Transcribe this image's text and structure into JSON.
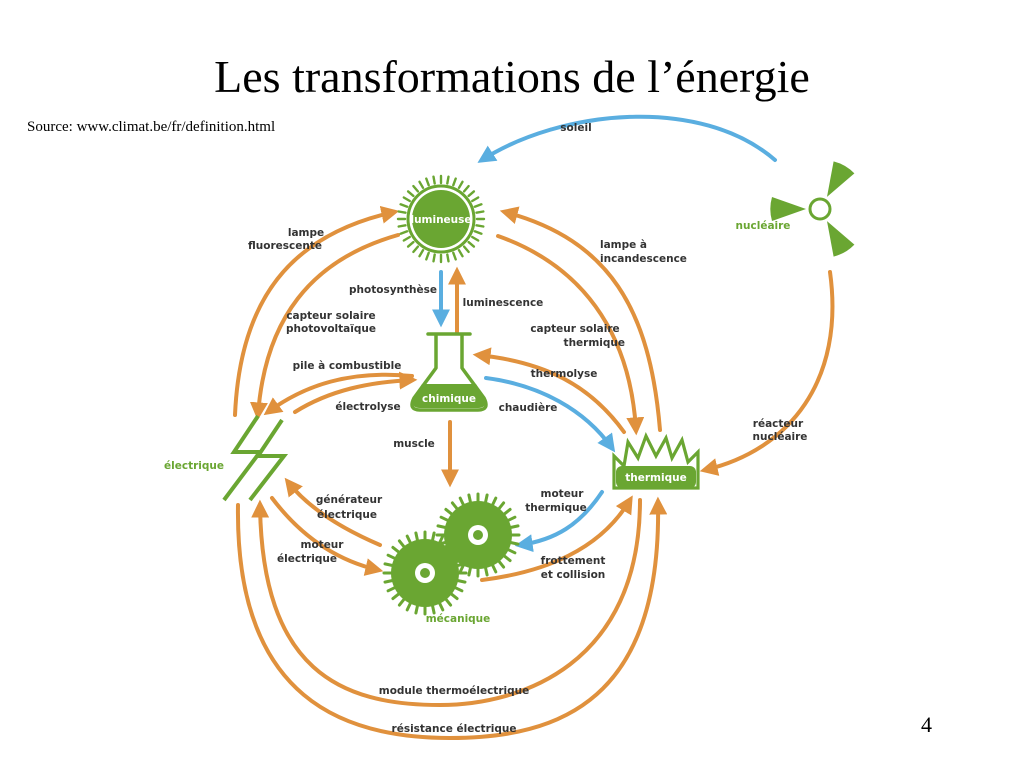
{
  "slide": {
    "title": "Les transformations de l’énergie",
    "source": "Source: www.climat.be/fr/definition.html",
    "page_number": "4"
  },
  "colors": {
    "node_green": "#6aa632",
    "arrow_orange": "#e0913d",
    "arrow_blue": "#5aaee0",
    "label_text": "#333333"
  },
  "nodes": {
    "lumineuse": "lumineuse",
    "chimique": "chimique",
    "electrique": "électrique",
    "thermique": "thermique",
    "mecanique": "mécanique",
    "nucleaire": "nucléaire"
  },
  "icons": {
    "lumineuse": "sun-icon",
    "chimique": "flask-icon",
    "electrique": "lightning-icon",
    "thermique": "flame-icon",
    "mecanique": "gears-icon",
    "nucleaire": "radiation-icon"
  },
  "labels": {
    "soleil": "soleil",
    "lampe_fluo_1": "lampe",
    "lampe_fluo_2": "fluorescente",
    "lampe_inc_1": "lampe à",
    "lampe_inc_2": "incandescence",
    "photosynthese": "photosynthèse",
    "luminescence": "luminescence",
    "capteur_pv_1": "capteur solaire",
    "capteur_pv_2": "photovoltaïque",
    "capteur_th_1": "capteur solaire",
    "capteur_th_2": "thermique",
    "pile": "pile à combustible",
    "thermolyse": "thermolyse",
    "electrolyse": "électrolyse",
    "chaudiere": "chaudière",
    "muscle": "muscle",
    "reacteur_1": "réacteur",
    "reacteur_2": "nucléaire",
    "generateur_1": "générateur",
    "generateur_2": "électrique",
    "moteur_th_1": "moteur",
    "moteur_th_2": "thermique",
    "moteur_el_1": "moteur",
    "moteur_el_2": "électrique",
    "frottement_1": "frottement",
    "frottement_2": "et collision",
    "module": "module thermoélectrique",
    "resistance": "résistance électrique"
  }
}
